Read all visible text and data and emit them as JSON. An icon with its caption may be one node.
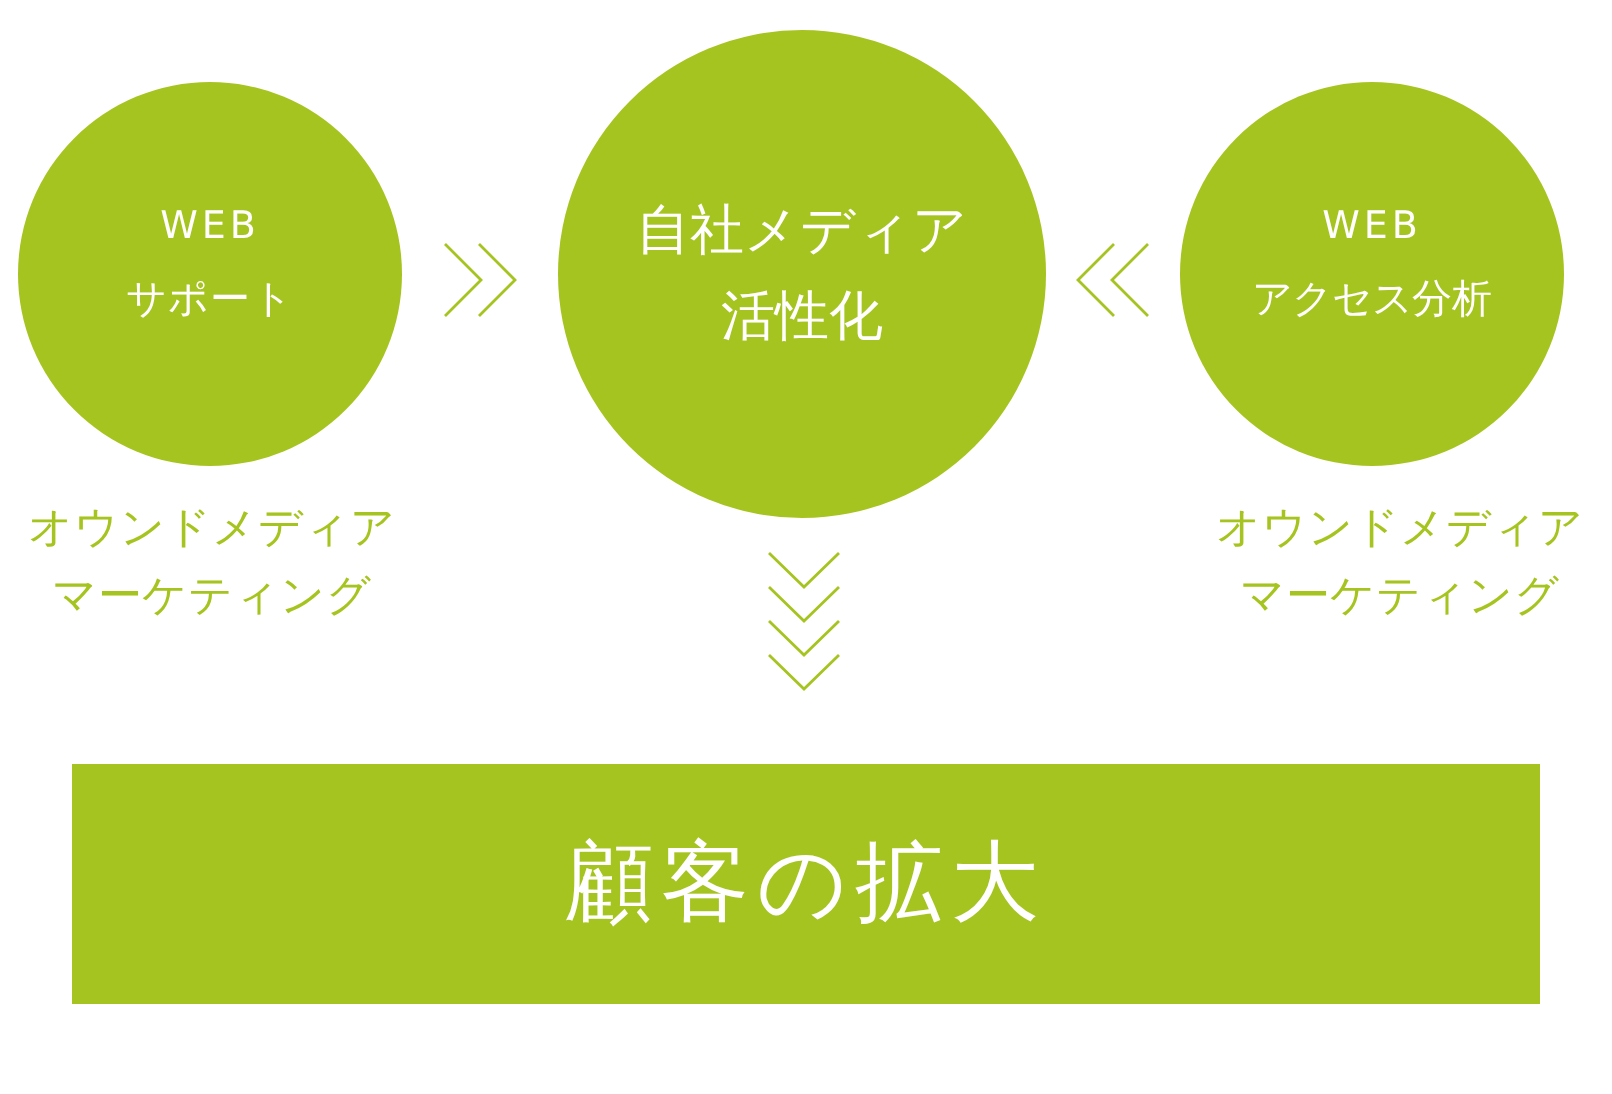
{
  "diagram": {
    "nodes": [
      {
        "text": [
          "WEB",
          "サポート"
        ],
        "beside": [
          "オウンドメディアマーケティング"
        ]
      },
      {
        "text": [
          "自社メディア活性化"
        ]
      },
      {
        "text": [
          "WEB",
          "アクセス分析"
        ],
        "beside": [
          "オウンドメディアマーケティング"
        ]
      },
      {
        "text": [
          "顧客の拡大"
        ]
      }
    ],
    "edges": [
      {
        "from": 0,
        "to": 1,
        "arrow": "to"
      },
      {
        "from": 2,
        "to": 1,
        "arrow": "to"
      },
      {
        "from": 1,
        "to": 3,
        "arrow": "to"
      }
    ]
  }
}
